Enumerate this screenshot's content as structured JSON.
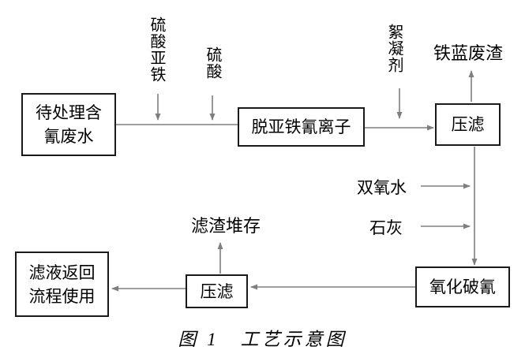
{
  "figure": {
    "caption": "图 1　工艺示意图"
  },
  "boxes": {
    "wastewater": {
      "lines": [
        "待处理含",
        "氰废水"
      ]
    },
    "remove_ferrocyanide": {
      "lines": [
        "脱亚铁氰离子"
      ]
    },
    "press_filter_top": {
      "lines": [
        "压滤"
      ]
    },
    "oxidation": {
      "lines": [
        "氧化破氰"
      ]
    },
    "press_filter_bottom": {
      "lines": [
        "压滤"
      ]
    },
    "filtrate_return": {
      "lines": [
        "滤液返回",
        "流程使用"
      ]
    }
  },
  "labels": {
    "ferrous_sulfate": "硫酸亚铁",
    "sulfuric_acid": "硫酸",
    "flocculant": "絮凝剂",
    "iron_blue_residue": "铁蓝废渣",
    "hydrogen_peroxide": "双氧水",
    "lime": "石灰",
    "residue_stockpile": "滤渣堆存"
  },
  "colors": {
    "line": "#7f7f7f",
    "box_border": "#1a1a1a",
    "text": "#000000",
    "background": "#ffffff"
  }
}
